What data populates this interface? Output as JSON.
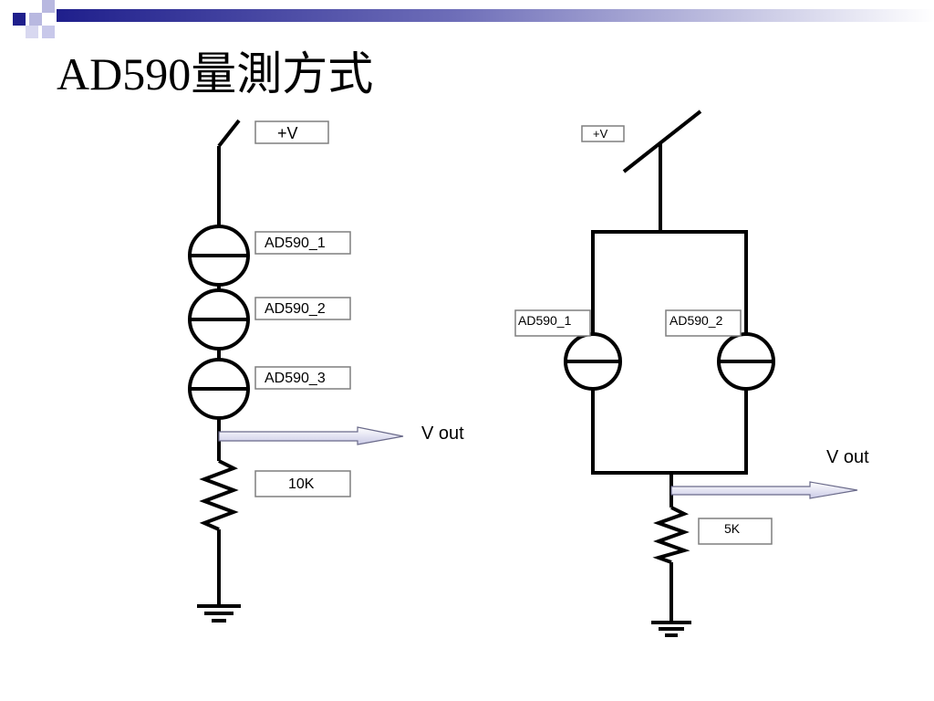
{
  "slide": {
    "title": "AD590量測方式"
  },
  "theme": {
    "accent": "#1f1f8c",
    "accent_light": "#8f8fd0",
    "wire": "#000000",
    "label_border": "#7f7f7f",
    "arrow_fill": "#e6e6f2"
  },
  "circuit_series": {
    "supply_label": "+V",
    "sensors": [
      "AD590_1",
      "AD590_2",
      "AD590_3"
    ],
    "resistor_label": "10K",
    "output_label": "V out"
  },
  "circuit_parallel": {
    "supply_label": "+V",
    "sensors": [
      "AD590_1",
      "AD590_2"
    ],
    "resistor_label": "5K",
    "output_label": "V out"
  }
}
